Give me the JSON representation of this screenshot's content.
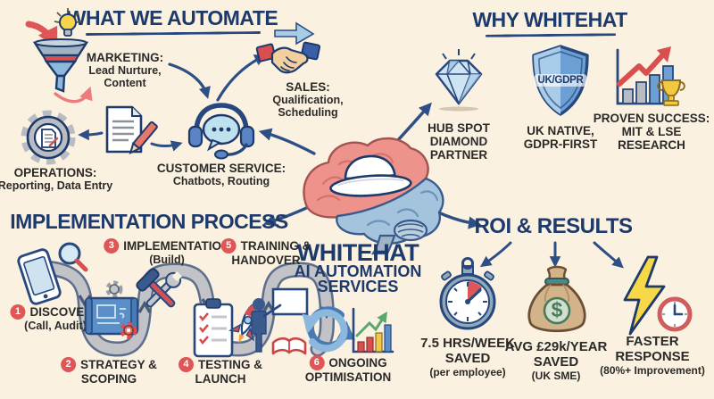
{
  "palette": {
    "background": "#faf1e1",
    "navy": "#1e3a6b",
    "arrow_blue": "#2d4f86",
    "red": "#e05555",
    "steel_blue": "#5b8fc9",
    "light_blue": "#a9cde8",
    "yellow": "#f7d848",
    "gray": "#b9bcc2",
    "tan": "#d3b48a"
  },
  "automate": {
    "heading": "WHAT WE AUTOMATE",
    "marketing": {
      "icon": "funnel-icon",
      "title": "MARKETING:",
      "line1": "Lead Nurture,",
      "line2": "Content"
    },
    "sales": {
      "icon": "handshake-icon",
      "title": "SALES:",
      "line1": "Qualification,",
      "line2": "Scheduling"
    },
    "customer_service": {
      "icon": "headset-chat-icon",
      "title": "CUSTOMER SERVICE:",
      "line1": "Chatbots, Routing"
    },
    "operations": {
      "icon": "gear-document-icon",
      "title": "OPERATIONS:",
      "line1": "Reporting, Data Entry"
    }
  },
  "why": {
    "heading": "WHY WHITEHAT",
    "items": [
      {
        "icon": "diamond-icon",
        "lines": [
          "HUB SPOT",
          "DIAMOND",
          "PARTNER"
        ]
      },
      {
        "icon": "shield-icon",
        "badge": "UK/GDPR",
        "lines": [
          "UK NATIVE,",
          "GDPR-FIRST"
        ]
      },
      {
        "icon": "growth-chart-trophy-icon",
        "lines": [
          "PROVEN SUCCESS:",
          "MIT & LSE",
          "RESEARCH"
        ]
      }
    ]
  },
  "center": {
    "icon": "brain-whitehat-icon",
    "line1": "WHITEHAT",
    "line2": "AI AUTOMATION",
    "line3": "SERVICES"
  },
  "process": {
    "heading": "IMPLEMENTATION PROCESS",
    "steps": [
      {
        "num": "1",
        "icon": "phone-magnifier-icon",
        "title": "DISCOVERY",
        "sub": "(Call, Audit)"
      },
      {
        "num": "2",
        "icon": "blueprint-gears-icon",
        "title": "STRATEGY &",
        "sub": "SCOPING"
      },
      {
        "num": "3",
        "icon": "hammer-wrench-icon",
        "title": "IMPLEMENTATION",
        "sub": "(Build)"
      },
      {
        "num": "4",
        "icon": "checklist-rocket-icon",
        "title": "TESTING &",
        "sub": "LAUNCH"
      },
      {
        "num": "5",
        "icon": "trainer-whiteboard-icon",
        "title": "TRAINING &",
        "sub": "HANDOVER"
      },
      {
        "num": "6",
        "icon": "refresh-chart-icon",
        "title": "ONGOING",
        "sub": "OPTIMISATION"
      }
    ]
  },
  "roi": {
    "heading": "ROI & RESULTS",
    "items": [
      {
        "icon": "stopwatch-icon",
        "line1": "7.5 HRS/WEEK",
        "line2": "SAVED",
        "line3": "(per employee)"
      },
      {
        "icon": "money-bag-icon",
        "symbol": "$",
        "line1": "AVG £29k/YEAR",
        "line2": "SAVED",
        "line3": "(UK SME)"
      },
      {
        "icon": "lightning-clock-icon",
        "line1": "FASTER",
        "line2": "RESPONSE",
        "line3": "(80%+ Improvement)"
      }
    ]
  }
}
